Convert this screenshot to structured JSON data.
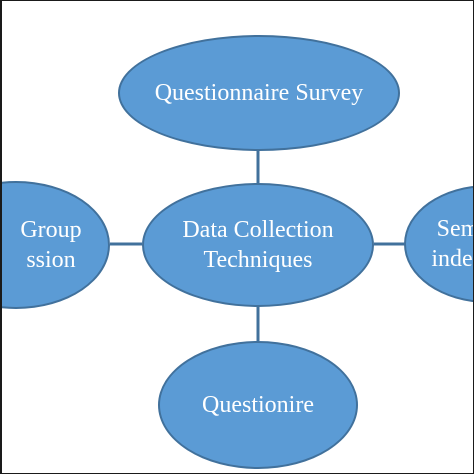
{
  "diagram": {
    "fill_color": "#5b9bd5",
    "stroke_color": "#41719c",
    "connector_color": "#41719c",
    "center": {
      "label": "Data Collection\nTechniques"
    },
    "nodes": {
      "top": {
        "label": "Questionnaire Survey"
      },
      "left": {
        "label": "Group\nssion"
      },
      "right": {
        "label": "Sem\nindep"
      },
      "bottom": {
        "label": "Questionire"
      }
    }
  }
}
